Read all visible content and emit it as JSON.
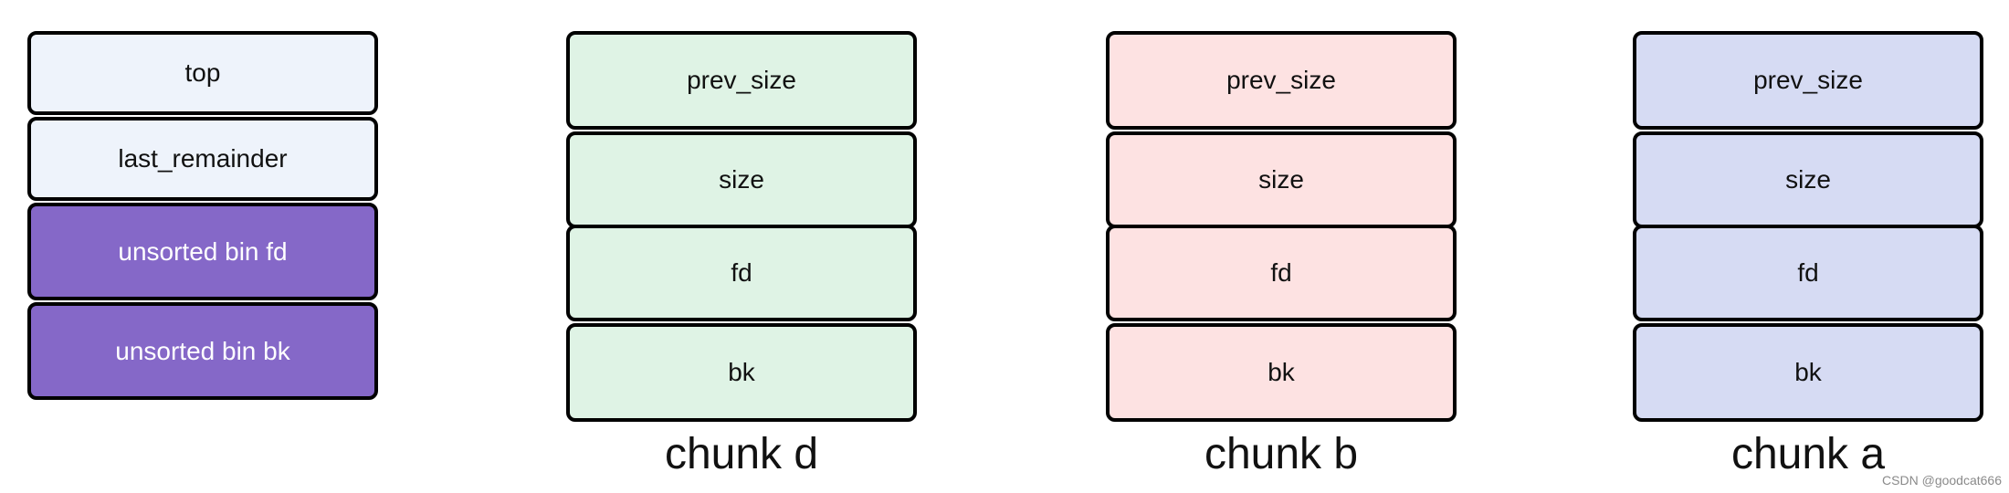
{
  "main_arena": {
    "fields": [
      {
        "label": "top",
        "color": "#eef3fb",
        "text_color": "#111111"
      },
      {
        "label": "last_remainder",
        "color": "#eef3fb",
        "text_color": "#111111"
      },
      {
        "label": "unsorted bin fd",
        "color": "#8568c8",
        "text_color": "#ffffff"
      },
      {
        "label": "unsorted bin bk",
        "color": "#8568c8",
        "text_color": "#ffffff"
      }
    ]
  },
  "chunks": [
    {
      "caption": "chunk d",
      "color": "#dff3e5",
      "fields": [
        "prev_size",
        "size",
        "fd",
        "bk"
      ]
    },
    {
      "caption": "chunk b",
      "color": "#fde2e2",
      "fields": [
        "prev_size",
        "size",
        "fd",
        "bk"
      ]
    },
    {
      "caption": "chunk a",
      "color": "#d6dbf3",
      "fields": [
        "prev_size",
        "size",
        "fd",
        "bk"
      ]
    }
  ],
  "watermark": "CSDN @goodcat666"
}
